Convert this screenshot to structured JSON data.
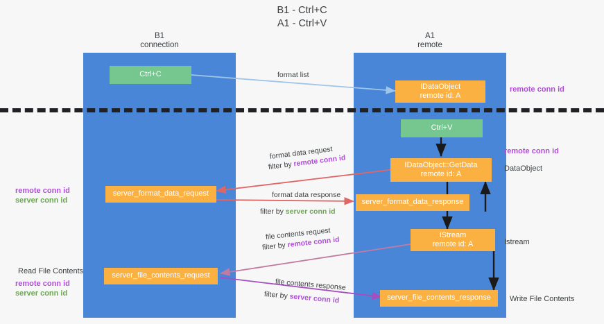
{
  "title": "B1 - Ctrl+C\nA1 - Ctrl+V",
  "lanes": [
    {
      "name": "b1",
      "header": "B1\nconnection"
    },
    {
      "name": "a1",
      "header": "A1\nremote"
    }
  ],
  "nodes": {
    "ctrl_c": "Ctrl+C",
    "idataobject": "IDataObject\nremote id: A",
    "ctrl_v": "Ctrl+V",
    "getdata": "IDataObject::GetData\nremote id: A",
    "server_format_data_request": "server_format_data_request",
    "server_format_data_response": "server_format_data_response",
    "istream": "IStream\nremote id: A",
    "server_file_contents_request": "server_file_contents_request",
    "server_file_contents_response": "server_file_contents_response"
  },
  "edges": {
    "format_list": "format list",
    "format_data_request": "format data request",
    "format_data_request_filter_prefix": "filter by ",
    "format_data_request_filter_key": "remote conn id",
    "format_data_response": "format data response",
    "format_data_response_filter_prefix": "filter by ",
    "format_data_response_filter_key": "server conn id",
    "file_contents_request": "file contents request",
    "file_contents_request_filter_prefix": "filter by ",
    "file_contents_request_filter_key": "remote conn id",
    "file_contents_response": "file contents response",
    "file_contents_response_filter_prefix": "filter by ",
    "file_contents_response_filter_key": "server conn id"
  },
  "annotations": {
    "right_remote_conn_id_top": "remote conn id",
    "right_remote_conn_id_mid": "remote conn id",
    "right_dataobject": "DataObject",
    "right_istream": "Istream",
    "right_write_file_contents": "Write File Contents",
    "left_remote_conn_id": "remote conn id",
    "left_server_conn_id": "server conn id",
    "left_read_file_contents": "Read File Contents",
    "left_remote_conn_id_2": "remote conn id",
    "left_server_conn_id_2": "server conn id"
  },
  "colors": {
    "lane": "#4a86d8",
    "green_node": "#76c68f",
    "orange_node": "#fbb142",
    "remote_key": "#b14fd8",
    "server_key": "#6aa84f",
    "arrow_blue": "#9fc5e8",
    "arrow_red": "#e06666",
    "arrow_magenta": "#c27ba0",
    "arrow_purple": "#a64dbf",
    "arrow_black": "#1a1a1a",
    "background": "#f7f7f7"
  }
}
